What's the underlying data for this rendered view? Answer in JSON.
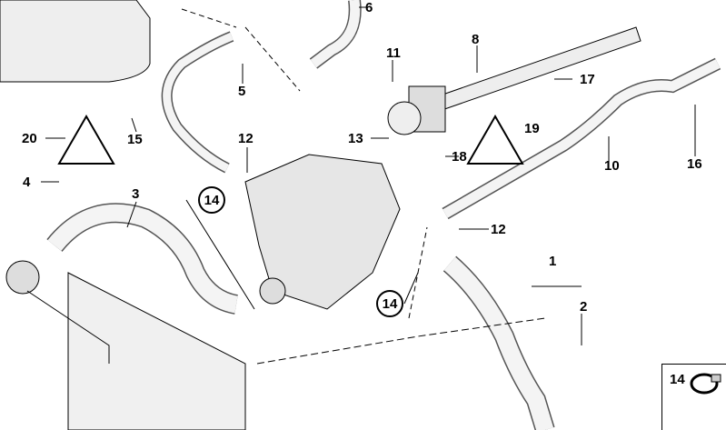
{
  "diagram": {
    "labels": {
      "p6": "6",
      "p8": "8",
      "p11": "11",
      "p5": "5",
      "p17": "17",
      "p20": "20",
      "p15": "15",
      "p12a": "12",
      "p13": "13",
      "p19": "19",
      "p18": "18",
      "p10": "10",
      "p16": "16",
      "p4": "4",
      "p3": "3",
      "p12b": "12",
      "p1": "1",
      "p2": "2",
      "p14a": "14",
      "p14b": "14",
      "p14c": "14"
    }
  }
}
